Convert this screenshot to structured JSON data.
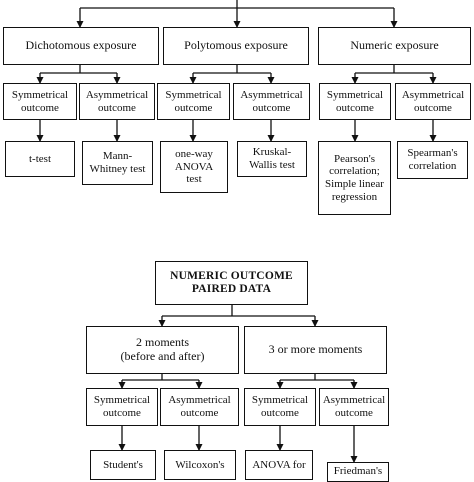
{
  "top_diagram": {
    "exposures": [
      {
        "label": "Dichotomous exposure",
        "outcomes": [
          {
            "label": "Symmetrical\noutcome",
            "test": "t-test"
          },
          {
            "label": "Asymmetrical\noutcome",
            "test": "Mann-\nWhitney test"
          }
        ]
      },
      {
        "label": "Polytomous exposure",
        "outcomes": [
          {
            "label": "Symmetrical\noutcome",
            "test": "one-way\nANOVA\ntest"
          },
          {
            "label": "Asymmetrical\noutcome",
            "test": "Kruskal-\nWallis test"
          }
        ]
      },
      {
        "label": "Numeric exposure",
        "outcomes": [
          {
            "label": "Symmetrical\noutcome",
            "test": "Pearson's\ncorrelation;\nSimple linear\nregression"
          },
          {
            "label": "Asymmetrical\noutcome",
            "test": "Spearman's\ncorrelation"
          }
        ]
      }
    ]
  },
  "bottom_diagram": {
    "title": "NUMERIC OUTCOME\nPAIRED DATA",
    "moments": [
      {
        "label": "2 moments\n(before and after)",
        "outcomes": [
          {
            "label": "Symmetrical\noutcome",
            "test": "Student's"
          },
          {
            "label": "Asymmetrical\noutcome",
            "test": "Wilcoxon's"
          }
        ]
      },
      {
        "label": "3 or more moments",
        "outcomes": [
          {
            "label": "Symmetrical\noutcome",
            "test": "ANOVA for"
          },
          {
            "label": "Asymmetrical\noutcome",
            "test": "Friedman's"
          }
        ]
      }
    ]
  },
  "colors": {
    "line": "#111111",
    "background": "#ffffff"
  }
}
